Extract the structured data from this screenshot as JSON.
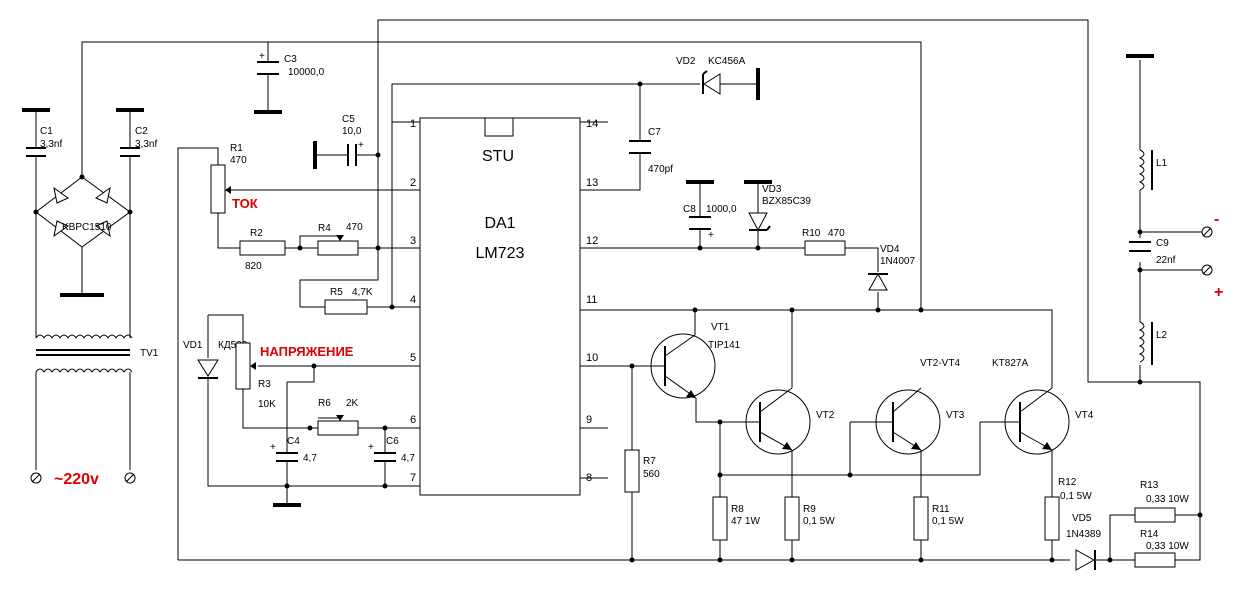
{
  "ic": {
    "ref": "DA1",
    "part": "LM723",
    "badge": "STU"
  },
  "pins": [
    "1",
    "2",
    "3",
    "4",
    "5",
    "6",
    "7",
    "8",
    "9",
    "10",
    "11",
    "12",
    "13",
    "14"
  ],
  "labels": {
    "tok": "ТОК",
    "napr": "НАПРЯЖЕНИЕ",
    "mains": "~220v",
    "minus": "-",
    "plus": "+",
    "vt_group": "VT2-VT4",
    "vt_group_part": "KT827A"
  },
  "components": {
    "c1": {
      "ref": "C1",
      "val": "3,3nf"
    },
    "c2": {
      "ref": "C2",
      "val": "3,3nf"
    },
    "c3": {
      "ref": "C3",
      "val": "10000,0"
    },
    "c4": {
      "ref": "C4",
      "val": "4,7"
    },
    "c5": {
      "ref": "C5",
      "val": "10,0"
    },
    "c6": {
      "ref": "C6",
      "val": "4,7"
    },
    "c7": {
      "ref": "C7",
      "val": "470pf"
    },
    "c8": {
      "ref": "C8",
      "val": "1000,0"
    },
    "c9": {
      "ref": "C9",
      "val": "22nf"
    },
    "bridge": {
      "part": "KBPC1510"
    },
    "tv1": {
      "ref": "TV1"
    },
    "r1": {
      "ref": "R1",
      "val": "470"
    },
    "r2": {
      "ref": "R2",
      "val": "820"
    },
    "r3": {
      "ref": "R3",
      "val": "10K"
    },
    "r4": {
      "ref": "R4",
      "val": "470"
    },
    "r5": {
      "ref": "R5",
      "val": "4,7K"
    },
    "r6": {
      "ref": "R6",
      "val": "2K"
    },
    "r7": {
      "ref": "R7",
      "val": "560"
    },
    "r8": {
      "ref": "R8",
      "val": "47 1W"
    },
    "r9": {
      "ref": "R9",
      "val": "0,1 5W"
    },
    "r10": {
      "ref": "R10",
      "val": "470"
    },
    "r11": {
      "ref": "R11",
      "val": "0,1 5W"
    },
    "r12": {
      "ref": "R12",
      "val": "0,1 5W"
    },
    "r13": {
      "ref": "R13",
      "val": "0,33 10W"
    },
    "r14": {
      "ref": "R14",
      "val": "0,33 10W"
    },
    "vd1": {
      "ref": "VD1",
      "val": "КД522"
    },
    "vd2": {
      "ref": "VD2",
      "val": "KC456A"
    },
    "vd3": {
      "ref": "VD3",
      "val": "BZX85C39"
    },
    "vd4": {
      "ref": "VD4",
      "val": "1N4007"
    },
    "vd5": {
      "ref": "VD5",
      "val": "1N4389"
    },
    "vt1": {
      "ref": "VT1",
      "val": "TIP141"
    },
    "vt2": {
      "ref": "VT2"
    },
    "vt3": {
      "ref": "VT3"
    },
    "vt4": {
      "ref": "VT4"
    },
    "l1": {
      "ref": "L1"
    },
    "l2": {
      "ref": "L2"
    }
  }
}
